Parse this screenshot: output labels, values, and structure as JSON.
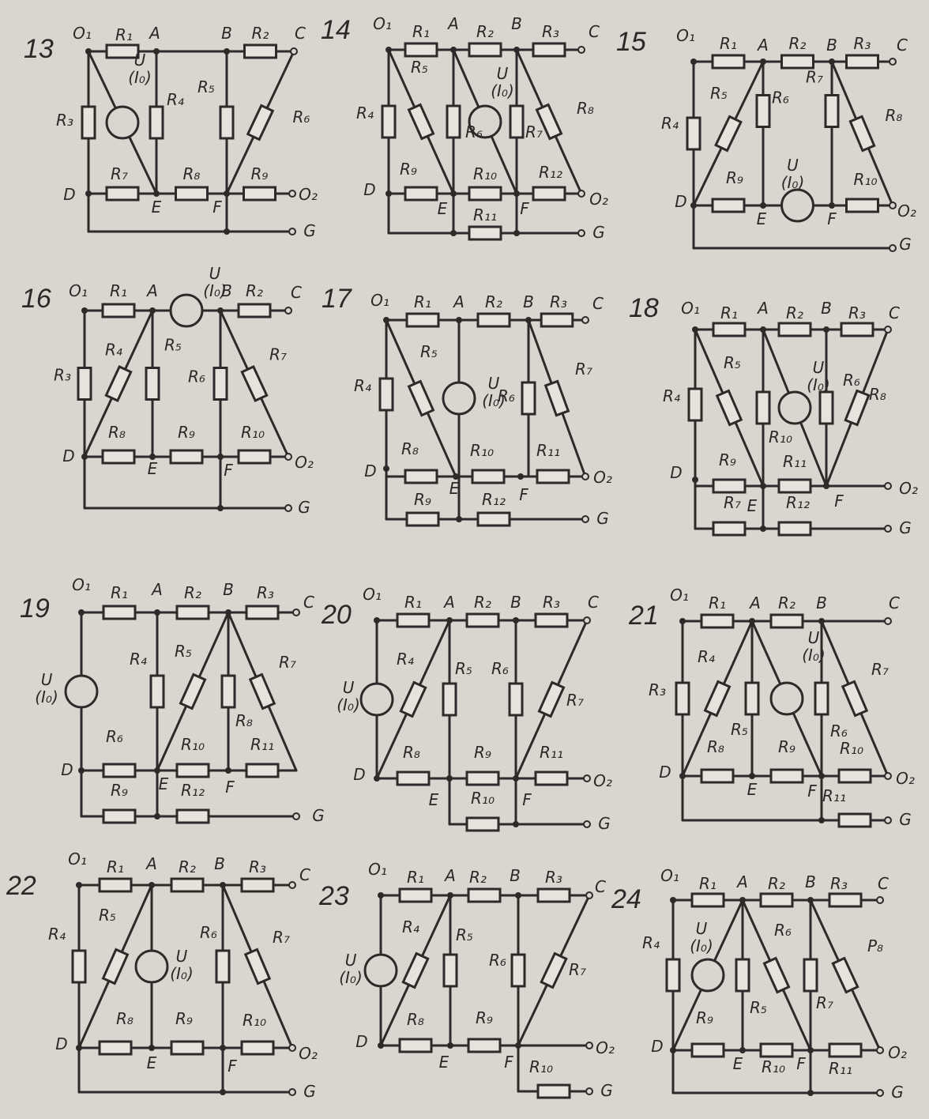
{
  "figure": {
    "circuits": [
      {
        "number": "13",
        "nodes": {
          "O1": "O₁",
          "A": "A",
          "B": "B",
          "C": "C",
          "D": "D",
          "E": "E",
          "F": "F",
          "O2": "O₂",
          "G": "G"
        },
        "source": [
          "U",
          "(I₀)"
        ],
        "resistors": [
          "R₁",
          "R₂",
          "R₃",
          "R₄",
          "R₅",
          "R₆",
          "R₇",
          "R₈",
          "R₉"
        ]
      },
      {
        "number": "14",
        "nodes": {
          "O1": "O₁",
          "A": "A",
          "B": "B",
          "C": "C",
          "D": "D",
          "E": "E",
          "F": "F",
          "O2": "O₂",
          "G": "G"
        },
        "source": [
          "U",
          "(I₀)"
        ],
        "resistors": [
          "R₁",
          "R₂",
          "R₃",
          "R₄",
          "R₅",
          "R₆",
          "R₇",
          "R₈",
          "R₉",
          "R₁₀",
          "R₁₁",
          "R₁₂"
        ]
      },
      {
        "number": "15",
        "nodes": {
          "O1": "O₁",
          "A": "A",
          "B": "B",
          "C": "C",
          "D": "D",
          "E": "E",
          "F": "F",
          "O2": "O₂",
          "G": "G"
        },
        "source": [
          "U",
          "(I₀)"
        ],
        "resistors": [
          "R₁",
          "R₂",
          "R₃",
          "R₄",
          "R₅",
          "R₆",
          "R₇",
          "R₈",
          "R₉",
          "R₁₀"
        ]
      },
      {
        "number": "16",
        "nodes": {
          "O1": "O₁",
          "A": "A",
          "B": "B",
          "C": "C",
          "D": "D",
          "E": "E",
          "F": "F",
          "O2": "O₂",
          "G": "G"
        },
        "source": [
          "U",
          "(I₀)"
        ],
        "resistors": [
          "R₁",
          "R₂",
          "R₃",
          "R₄",
          "R₅",
          "R₆",
          "R₇",
          "R₈",
          "R₉",
          "R₁₀"
        ]
      },
      {
        "number": "17",
        "nodes": {
          "O1": "O₁",
          "A": "A",
          "B": "B",
          "C": "C",
          "D": "D",
          "E": "E",
          "F": "F",
          "O2": "O₂",
          "G": "G"
        },
        "source": [
          "U",
          "(I₀)"
        ],
        "resistors": [
          "R₁",
          "R₂",
          "R₃",
          "R₄",
          "R₅",
          "R₆",
          "R₇",
          "R₈",
          "R₉",
          "R₁₀",
          "R₁₁",
          "R₁₂"
        ]
      },
      {
        "number": "18",
        "nodes": {
          "O1": "O₁",
          "A": "A",
          "B": "B",
          "C": "C",
          "D": "D",
          "E": "E",
          "F": "F",
          "O2": "O₂",
          "G": "G"
        },
        "source": [
          "U",
          "(I₀)"
        ],
        "resistors": [
          "R₁",
          "R₂",
          "R₃",
          "R₄",
          "R₅",
          "R₆",
          "R₇",
          "R₈",
          "R₉",
          "R₁₀",
          "R₁₁",
          "R₁₂"
        ]
      },
      {
        "number": "19",
        "nodes": {
          "O1": "O₁",
          "A": "A",
          "B": "B",
          "C": "C",
          "D": "D",
          "E": "E",
          "F": "F",
          "O2": "",
          "G": "G"
        },
        "source": [
          "U",
          "(I₀)"
        ],
        "resistors": [
          "R₁",
          "R₂",
          "R₃",
          "R₄",
          "R₅",
          "R₆",
          "R₇",
          "R₈",
          "R₉",
          "R₁₀",
          "R₁₁",
          "R₁₂"
        ]
      },
      {
        "number": "20",
        "nodes": {
          "O1": "O₁",
          "A": "A",
          "B": "B",
          "C": "C",
          "D": "D",
          "E": "E",
          "F": "F",
          "O2": "O₂",
          "G": "G"
        },
        "source": [
          "U",
          "(I₀)"
        ],
        "resistors": [
          "R₁",
          "R₂",
          "R₃",
          "R₄",
          "R₅",
          "R₆",
          "R₇",
          "R₈",
          "R₉",
          "R₁₀",
          "R₁₁"
        ]
      },
      {
        "number": "21",
        "nodes": {
          "O1": "O₁",
          "A": "A",
          "B": "B",
          "C": "C",
          "D": "D",
          "E": "E",
          "F": "F",
          "O2": "O₂",
          "G": "G"
        },
        "source": [
          "U",
          "(I₀)"
        ],
        "resistors": [
          "R₁",
          "R₂",
          "R₃",
          "R₄",
          "R₅",
          "R₆",
          "R₇",
          "R₈",
          "R₉",
          "R₁₀",
          "R₁₁"
        ]
      },
      {
        "number": "22",
        "nodes": {
          "O1": "O₁",
          "A": "A",
          "B": "B",
          "C": "C",
          "D": "D",
          "E": "E",
          "F": "F",
          "O2": "O₂",
          "G": "G"
        },
        "source": [
          "U",
          "(I₀)"
        ],
        "resistors": [
          "R₁",
          "R₂",
          "R₃",
          "R₄",
          "R₅",
          "R₆",
          "R₇",
          "R₈",
          "R₉",
          "R₁₀"
        ]
      },
      {
        "number": "23",
        "nodes": {
          "O1": "O₁",
          "A": "A",
          "B": "B",
          "C": "C",
          "D": "D",
          "E": "E",
          "F": "F",
          "O2": "O₂",
          "G": "G"
        },
        "source": [
          "U",
          "(I₀)"
        ],
        "resistors": [
          "R₁",
          "R₂",
          "R₃",
          "R₄",
          "R₅",
          "R₆",
          "R₇",
          "R₈",
          "R₉",
          "R₁₀"
        ]
      },
      {
        "number": "24",
        "nodes": {
          "O1": "O₁",
          "A": "A",
          "B": "B",
          "C": "C",
          "D": "D",
          "E": "E",
          "F": "F",
          "O2": "O₂",
          "G": "G"
        },
        "source": [
          "U",
          "(I₀)"
        ],
        "resistors": [
          "R₁",
          "R₂",
          "R₃",
          "R₄",
          "R₅",
          "R₆",
          "R₇",
          "P₈",
          "R₉",
          "R₁₀",
          "R₁₁"
        ]
      }
    ]
  }
}
